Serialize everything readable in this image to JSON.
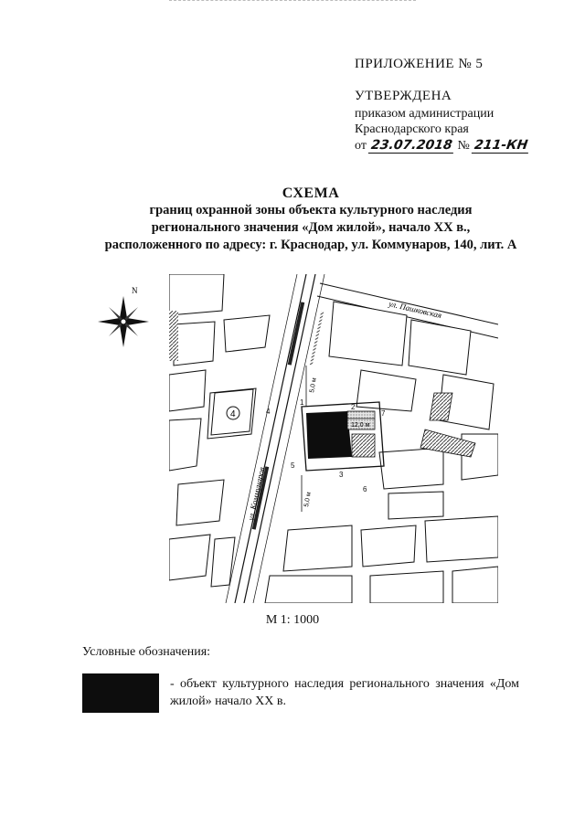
{
  "header": {
    "annex": "ПРИЛОЖЕНИЕ № 5",
    "approved": "УТВЕРЖДЕНА",
    "order_line1": "приказом администрации",
    "order_line2": "Краснодарского края",
    "order_prefix": "от",
    "order_date": "23.07.2018",
    "order_number_sign": "№",
    "order_number": "211-КН"
  },
  "title": {
    "line1": "СХЕМА",
    "line2": "границ охранной зоны объекта культурного наследия",
    "line3": "регионального значения «Дом жилой», начало XX в.,",
    "line4": "расположенного по адресу: г. Краснодар, ул. Коммунаров, 140, лит. А"
  },
  "map": {
    "street_1": "ул. Пашковская",
    "street_2": "ул. Коммунаров",
    "dim_1": "5,0 м",
    "dim_2": "12,0 м",
    "dim_3": "5,0 м",
    "point_1": "1",
    "point_2": "2",
    "point_3": "3",
    "point_4": "4",
    "point_5": "5",
    "point_6": "6",
    "point_7": "7",
    "block_number": "4",
    "compass_north": "N"
  },
  "scale": "М 1: 1000",
  "legend": {
    "title": "Условные обозначения:",
    "items": [
      {
        "text": "- объект культурного наследия регионального значения «Дом жилой» начало XX в."
      }
    ]
  },
  "colors": {
    "object_fill": "#0d0d0d",
    "buildings": "#ffffff",
    "hatch": "#555555"
  }
}
